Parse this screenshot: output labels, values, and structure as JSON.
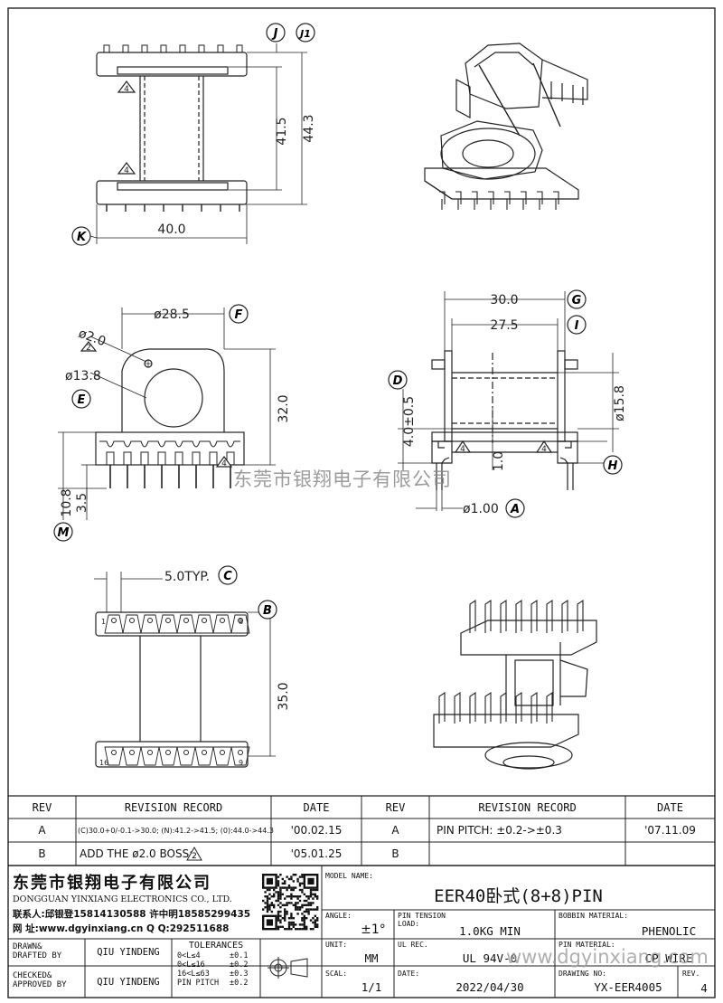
{
  "dimensions": {
    "top_left": {
      "height_inner": "41.5",
      "height_outer": "44.3",
      "width": "40.0",
      "ref_J": "J",
      "ref_J1": "J1",
      "ref_K": "K",
      "note_mark": "4"
    },
    "mid_left": {
      "hole_dia": "ø2.0",
      "bore_dia": "ø13.8",
      "flange_dia": "ø28.5",
      "height": "32.0",
      "base_height": "10.8",
      "pin_len": "3.5",
      "ref_F": "F",
      "ref_E": "E",
      "ref_M": "M",
      "note_mark": "2"
    },
    "mid_right": {
      "width_outer": "30.0",
      "width_inner": "27.5",
      "tolerance_height": "4.0±0.5",
      "pin_height": "1.0",
      "pin_dia": "ø1.00",
      "core_dia": "ø15.8",
      "ref_D": "D",
      "ref_G": "G",
      "ref_I": "I",
      "ref_H": "H",
      "ref_A": "A",
      "note_mark": "4"
    },
    "bottom_left": {
      "pitch": "5.0TYP.",
      "height": "35.0",
      "ref_C": "C",
      "ref_B": "B",
      "pin_1": "1",
      "pin_8": "8",
      "pin_16": "16",
      "pin_9": "9"
    }
  },
  "watermark": "东莞市银翔电子有限公司",
  "watermark_url": "www.dgyinxiang.com",
  "revision_table": {
    "headers": {
      "rev": "REV",
      "record": "REVISION RECORD",
      "date": "DATE"
    },
    "left_rows": [
      {
        "rev": "A",
        "record": "(C)30.0+0/-0.1->30.0; (N):41.2->41.5; (0):44.0->44.3",
        "date": "'00.02.15"
      },
      {
        "rev": "B",
        "record": "ADD THE ø2.0 BOSS:",
        "note_mark": "2",
        "date": "'05.01.25"
      }
    ],
    "right_rows": [
      {
        "rev": "A",
        "record": "PIN PITCH: ±0.2->±0.3",
        "date": "'07.11.09"
      },
      {
        "rev": "B",
        "record": "",
        "date": ""
      }
    ]
  },
  "company": {
    "name_cn": "东莞市银翔电子有限公司",
    "name_en": "DONGGUAN YINXIANG ELECTRONICS CO., LTD.",
    "contact": "联系人:邱银登15814130588 许中明18585299435",
    "website": "网  址:www.dgyinxiang.cn   Q Q:292511688"
  },
  "title_block": {
    "model_label": "MODEL NAME:",
    "model": "EER40卧式(8+8)PIN",
    "angle_label": "ANGLE:",
    "angle": "±1°",
    "pin_tension_label": "PIN TENSION\nLOAD:",
    "pin_tension": "1.0KG MIN",
    "bobbin_label": "BOBBIN MATERIAL:",
    "bobbin": "PHENOLIC",
    "unit_label": "UNIT:",
    "unit": "MM",
    "ul_label": "UL REC.",
    "ul": "UL 94V-0",
    "pin_material_label": "PIN MATERIAL:",
    "pin_material": "CP WIRE",
    "scale_label": "SCAL:",
    "scale": "1/1",
    "date_label": "DATE:",
    "date": "2022/04/30",
    "drawing_label": "DRAWING NO:",
    "drawing": "YX-EER4005",
    "rev_label": "REV.",
    "rev": "4",
    "drawn_label": "DRAWN&\nDRAFTED BY",
    "drawn_by": "QIU YINDENG",
    "checked_label": "CHECKED&\nAPPROVED BY",
    "checked_by": "QIU YINDENG",
    "tolerances_label": "TOLERANCES",
    "tolerances": [
      {
        "range": "0<L≤4",
        "tol": "±0.1"
      },
      {
        "range": "0<L≤16",
        "tol": "±0.2"
      },
      {
        "range": "16<L≤63",
        "tol": "±0.3"
      },
      {
        "range": "PIN PITCH",
        "tol": "±0.2"
      }
    ]
  }
}
